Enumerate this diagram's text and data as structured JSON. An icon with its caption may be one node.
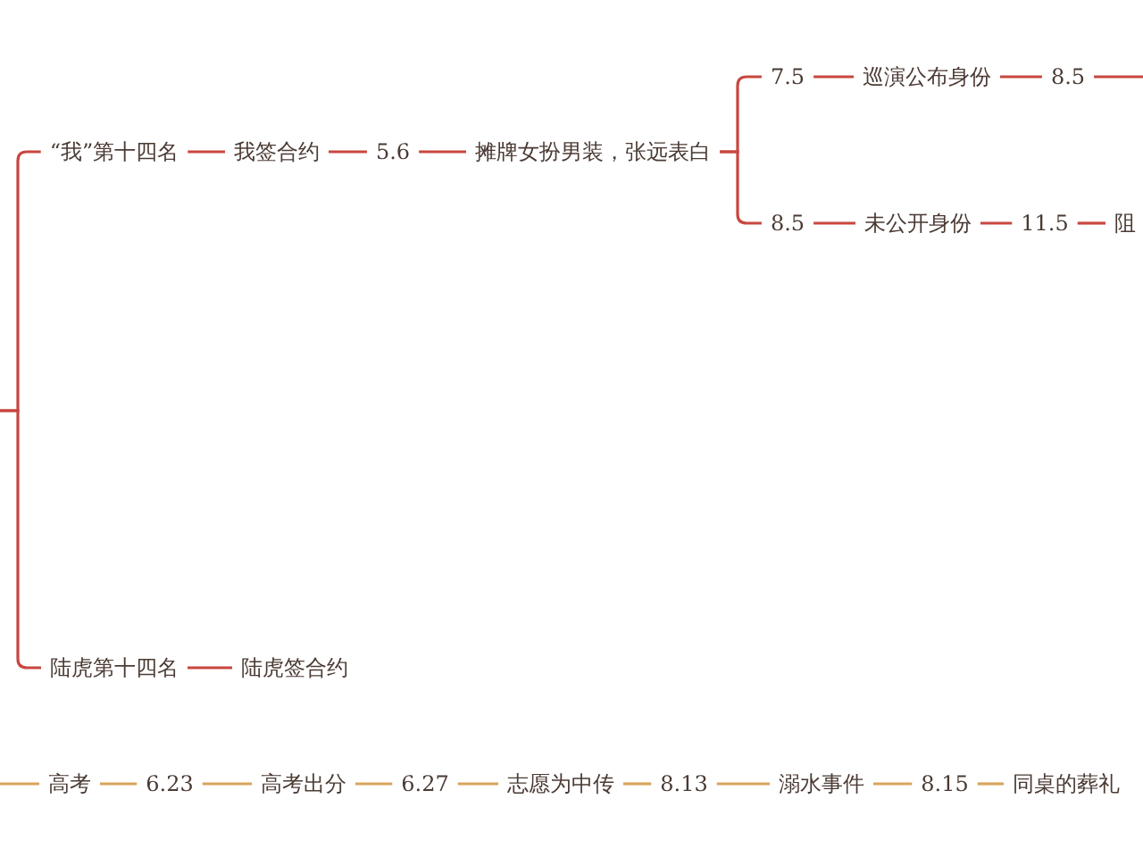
{
  "diagram": {
    "nodes": [
      {
        "text": [
          "“我”第十四名"
        ]
      },
      {
        "text": [
          "我签合约"
        ]
      },
      {
        "text": [
          "5.6"
        ]
      },
      {
        "text": [
          "摊牌女扮男装，张远表白"
        ]
      },
      {
        "text": [
          "7.5"
        ]
      },
      {
        "text": [
          "巡演公布身份"
        ]
      },
      {
        "text": [
          "8.5"
        ]
      },
      {
        "text": [
          "8.5"
        ]
      },
      {
        "text": [
          "未公开身份"
        ]
      },
      {
        "text": [
          "11.5"
        ]
      },
      {
        "text": [
          "阻"
        ]
      },
      {
        "text": [
          "陆虎第十四名"
        ]
      },
      {
        "text": [
          "陆虎签合约"
        ]
      },
      {
        "text": [
          "高考"
        ]
      },
      {
        "text": [
          "6.23"
        ]
      },
      {
        "text": [
          "高考出分"
        ]
      },
      {
        "text": [
          "6.27"
        ]
      },
      {
        "text": [
          "志愿为中传"
        ]
      },
      {
        "text": [
          "8.13"
        ]
      },
      {
        "text": [
          "溺水事件"
        ]
      },
      {
        "text": [
          "8.15"
        ]
      },
      {
        "text": [
          "同桌的葬礼"
        ]
      }
    ],
    "edges": [
      {
        "from": null,
        "to": 0,
        "arrow": "none"
      },
      {
        "from": null,
        "to": 11,
        "arrow": "none"
      },
      {
        "from": 0,
        "to": 1,
        "arrow": "none"
      },
      {
        "from": 1,
        "to": 2,
        "arrow": "none"
      },
      {
        "from": 2,
        "to": 3,
        "arrow": "none"
      },
      {
        "from": 3,
        "to": 4,
        "arrow": "none"
      },
      {
        "from": 3,
        "to": 7,
        "arrow": "none"
      },
      {
        "from": 4,
        "to": 5,
        "arrow": "none"
      },
      {
        "from": 5,
        "to": 6,
        "arrow": "none"
      },
      {
        "from": 6,
        "to": null,
        "arrow": "none"
      },
      {
        "from": 7,
        "to": 8,
        "arrow": "none"
      },
      {
        "from": 8,
        "to": 9,
        "arrow": "none"
      },
      {
        "from": 9,
        "to": 10,
        "arrow": "none"
      },
      {
        "from": 11,
        "to": 12,
        "arrow": "none"
      },
      {
        "from": null,
        "to": 13,
        "arrow": "none",
        "color": "#d9a45c"
      },
      {
        "from": 13,
        "to": 14,
        "arrow": "none",
        "color": "#d9a45c"
      },
      {
        "from": 14,
        "to": 15,
        "arrow": "none",
        "color": "#d9a45c"
      },
      {
        "from": 15,
        "to": 16,
        "arrow": "none",
        "color": "#d9a45c"
      },
      {
        "from": 16,
        "to": 17,
        "arrow": "none",
        "color": "#d9a45c"
      },
      {
        "from": 17,
        "to": 18,
        "arrow": "none",
        "color": "#d9a45c"
      },
      {
        "from": 18,
        "to": 19,
        "arrow": "none",
        "color": "#d9a45c"
      },
      {
        "from": 19,
        "to": 20,
        "arrow": "none",
        "color": "#d9a45c"
      },
      {
        "from": 20,
        "to": 21,
        "arrow": "none",
        "color": "#d9a45c"
      }
    ]
  }
}
